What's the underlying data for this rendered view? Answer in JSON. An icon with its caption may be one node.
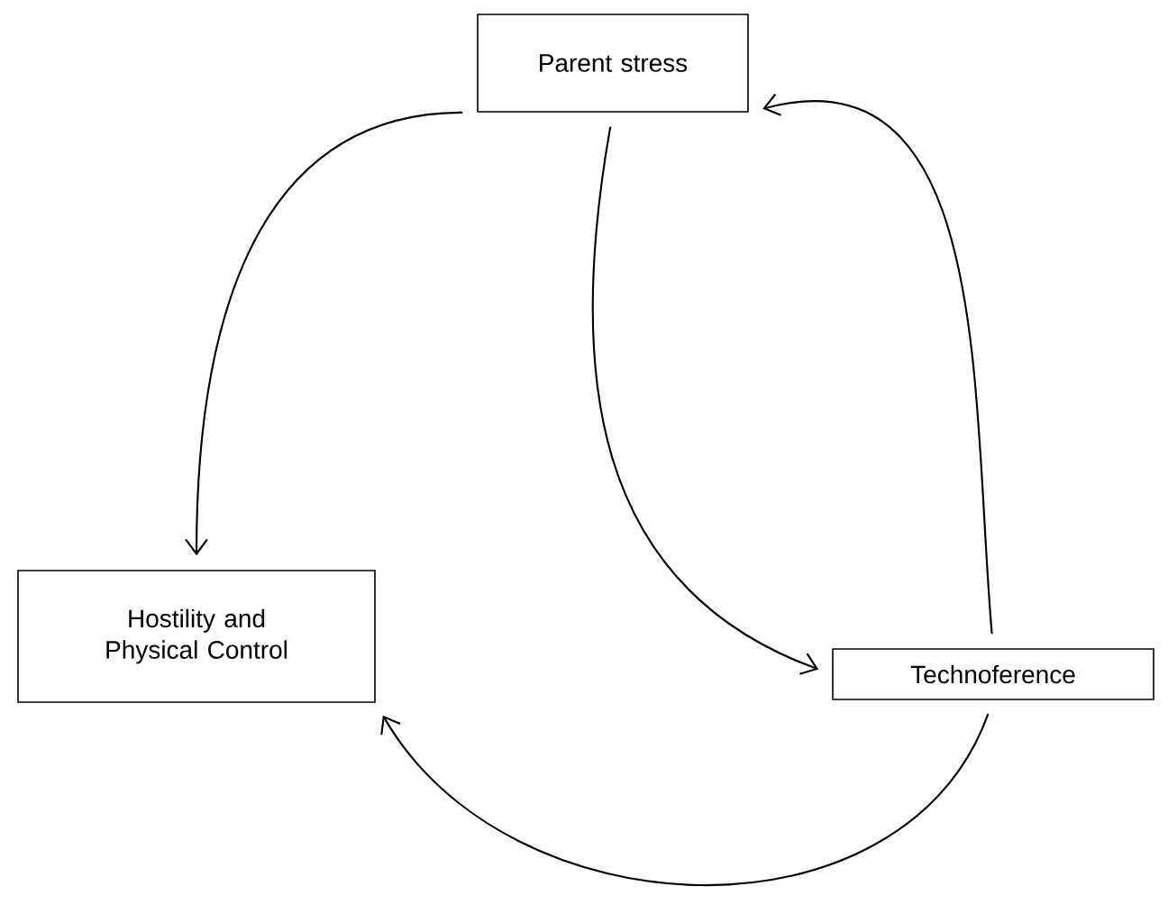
{
  "diagram": {
    "nodes": [
      {
        "text": [
          "Parent stress"
        ]
      },
      {
        "text": [
          "Hostility and Physical Control"
        ]
      },
      {
        "text": [
          "Technoference"
        ]
      }
    ],
    "edges": [
      {
        "from": 0,
        "to": 1,
        "arrow": "to"
      },
      {
        "from": 0,
        "to": 2,
        "arrow": "to"
      },
      {
        "from": 2,
        "to": 0,
        "arrow": "to"
      },
      {
        "from": 2,
        "to": 1,
        "arrow": "to"
      }
    ]
  }
}
